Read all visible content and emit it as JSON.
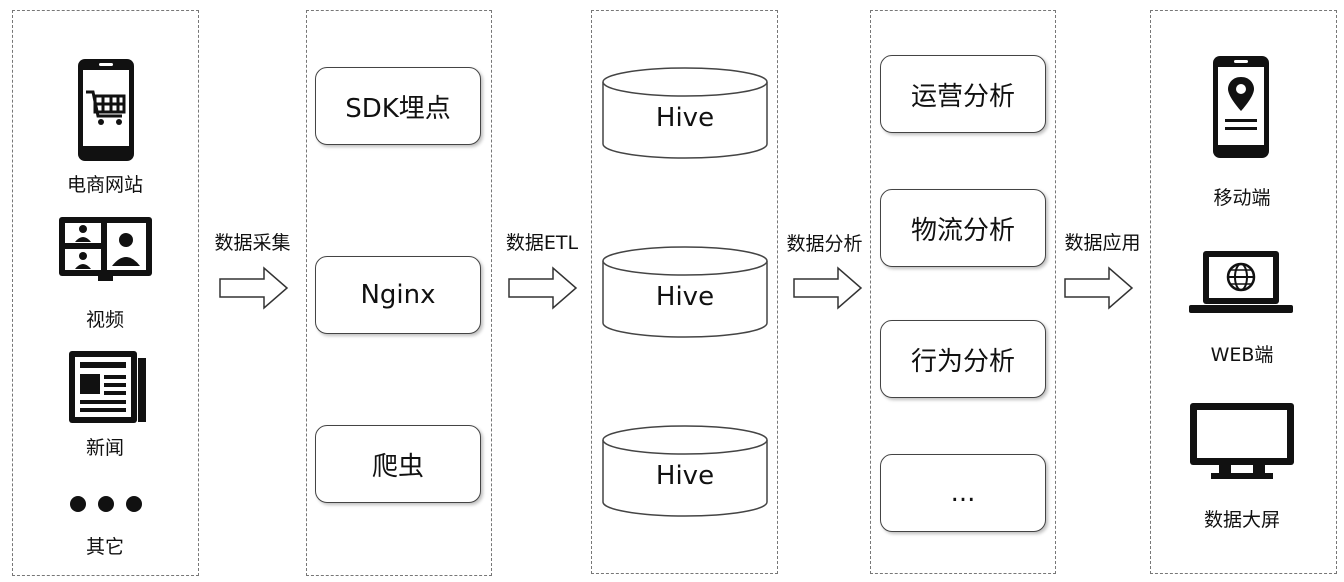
{
  "sources": {
    "items": [
      {
        "label": "电商网站",
        "icon": "shopping-cart-phone-icon"
      },
      {
        "label": "视频",
        "icon": "video-conference-icon"
      },
      {
        "label": "新闻",
        "icon": "newspaper-icon"
      },
      {
        "label": "其它",
        "icon": "ellipsis-icon"
      }
    ]
  },
  "steps": {
    "collect": "数据采集",
    "etl": "数据ETL",
    "analysis": "数据分析",
    "application": "数据应用"
  },
  "collectors": [
    "SDK埋点",
    "Nginx",
    "爬虫"
  ],
  "storage": [
    "Hive",
    "Hive",
    "Hive"
  ],
  "analyses": [
    "运营分析",
    "物流分析",
    "行为分析",
    "..."
  ],
  "apps": {
    "items": [
      {
        "label": "移动端",
        "icon": "mobile-location-icon"
      },
      {
        "label": "WEB端",
        "icon": "laptop-globe-icon"
      },
      {
        "label": "数据大屏",
        "icon": "monitor-icon"
      }
    ]
  }
}
